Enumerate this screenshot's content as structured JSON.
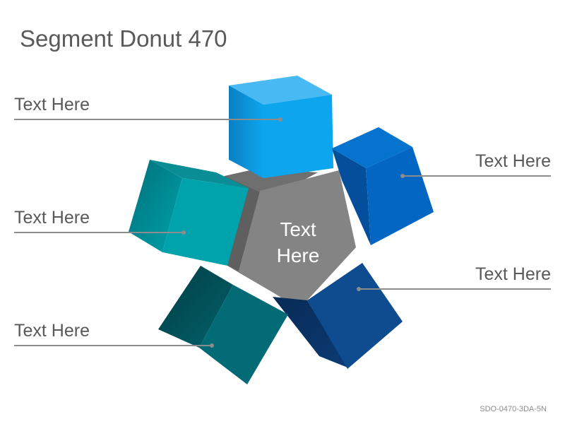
{
  "title": "Segment Donut 470",
  "center_label": "Text Here",
  "center_label_line1": "Text",
  "center_label_line2": "Here",
  "segments": [
    {
      "label": "Text Here",
      "color": "#0da6ee"
    },
    {
      "label": "Text Here",
      "color": "#0366c3"
    },
    {
      "label": "Text Here",
      "color": "#0e4b8f"
    },
    {
      "label": "Text Here",
      "color": "#036b75"
    },
    {
      "label": "Text Here",
      "color": "#00a3ac"
    }
  ],
  "footer_code": "SDO-0470-3DA-5N",
  "colors": {
    "leader_line": "#8c8c8c",
    "center": "#7f7f7f",
    "text": "#595959"
  }
}
